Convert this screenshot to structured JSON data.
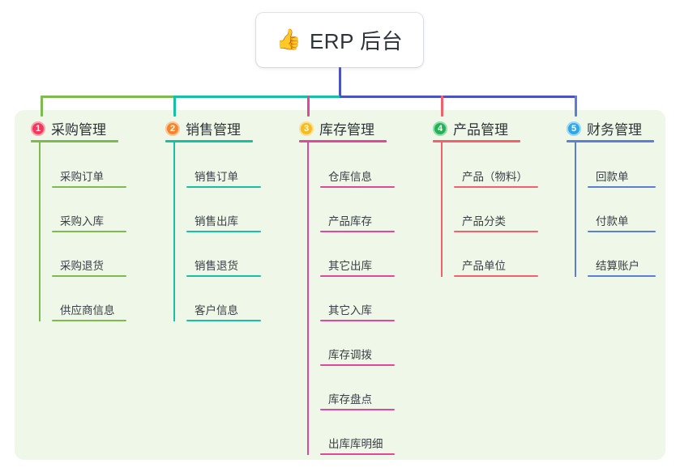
{
  "diagram": {
    "type": "mindmap-tree",
    "title": "ERP 后台",
    "root": {
      "icon": "thumbs-up-icon",
      "emoji": "👍",
      "label": "ERP 后台",
      "drop_color": "#4a52c4"
    },
    "panel_color": "#eef7e8",
    "trunk": {
      "segments": [
        {
          "color": "#7ebb4e"
        },
        {
          "color": "#17bfa5"
        },
        {
          "color": "#4a52c4"
        }
      ]
    },
    "branches": [
      {
        "number": "1",
        "label": "采购管理",
        "badge_color": "#ef3a5d",
        "line_color": "#7ebb4e",
        "items": [
          {
            "label": "采购订单"
          },
          {
            "label": "采购入库"
          },
          {
            "label": "采购退货"
          },
          {
            "label": "供应商信息"
          }
        ]
      },
      {
        "number": "2",
        "label": "销售管理",
        "badge_color": "#f5842a",
        "line_color": "#17bfa5",
        "items": [
          {
            "label": "销售订单"
          },
          {
            "label": "销售出库"
          },
          {
            "label": "销售退货"
          },
          {
            "label": "客户信息"
          }
        ]
      },
      {
        "number": "3",
        "label": "库存管理",
        "badge_color": "#f7bb1d",
        "line_color": "#e0489b",
        "items": [
          {
            "label": "仓库信息"
          },
          {
            "label": "产品库存"
          },
          {
            "label": "其它出库"
          },
          {
            "label": "其它入库"
          },
          {
            "label": "库存调拨"
          },
          {
            "label": "库存盘点"
          },
          {
            "label": "出库库明细"
          }
        ]
      },
      {
        "number": "4",
        "label": "产品管理",
        "badge_color": "#22b355",
        "line_color": "#f2616b",
        "items": [
          {
            "label": "产品（物料）"
          },
          {
            "label": "产品分类"
          },
          {
            "label": "产品单位"
          }
        ]
      },
      {
        "number": "5",
        "label": "财务管理",
        "badge_color": "#2fa8e8",
        "line_color": "#5b7fd4",
        "items": [
          {
            "label": "回款单"
          },
          {
            "label": "付款单"
          },
          {
            "label": "结算账户"
          }
        ]
      }
    ]
  }
}
